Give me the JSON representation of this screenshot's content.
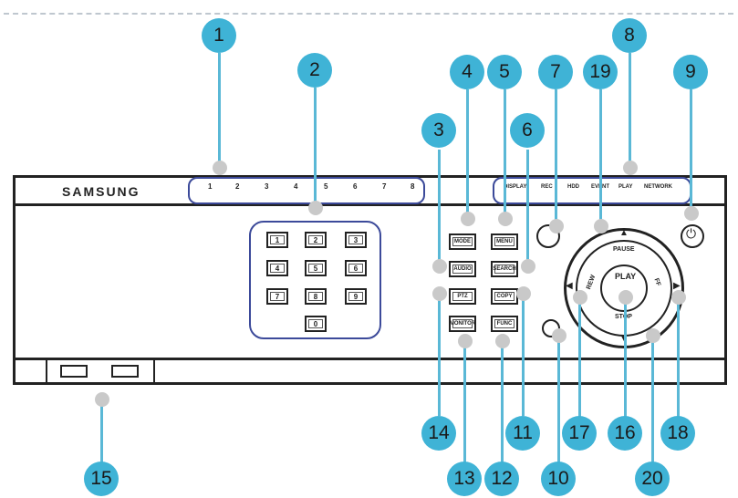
{
  "brand": "SAMSUNG",
  "channel_leds": [
    "1",
    "2",
    "3",
    "4",
    "5",
    "6",
    "7",
    "8"
  ],
  "status_leds": [
    "DISPLAY",
    "REC",
    "HDD",
    "EVENT",
    "PLAY",
    "NETWORK"
  ],
  "keypad": [
    "1",
    "2",
    "3",
    "4",
    "5",
    "6",
    "7",
    "8",
    "9",
    "0"
  ],
  "buttons": {
    "mode": "MODE",
    "menu": "MENU",
    "audio": "AUDIO",
    "search": "SEARCH",
    "ptz": "PTZ",
    "copy": "COPY",
    "monitor": "MONITOR",
    "func": "FUNC"
  },
  "jog": {
    "pause": "PAUSE",
    "play": "PLAY",
    "stop": "STOP",
    "rew": "REW",
    "ff": "FF"
  },
  "callouts": [
    "1",
    "2",
    "3",
    "4",
    "5",
    "6",
    "7",
    "8",
    "9",
    "10",
    "11",
    "12",
    "13",
    "14",
    "15",
    "16",
    "17",
    "18",
    "19",
    "20"
  ],
  "colors": {
    "callout": "#3fb3d6",
    "frame": "#3c4a9a",
    "outline": "#222222"
  }
}
